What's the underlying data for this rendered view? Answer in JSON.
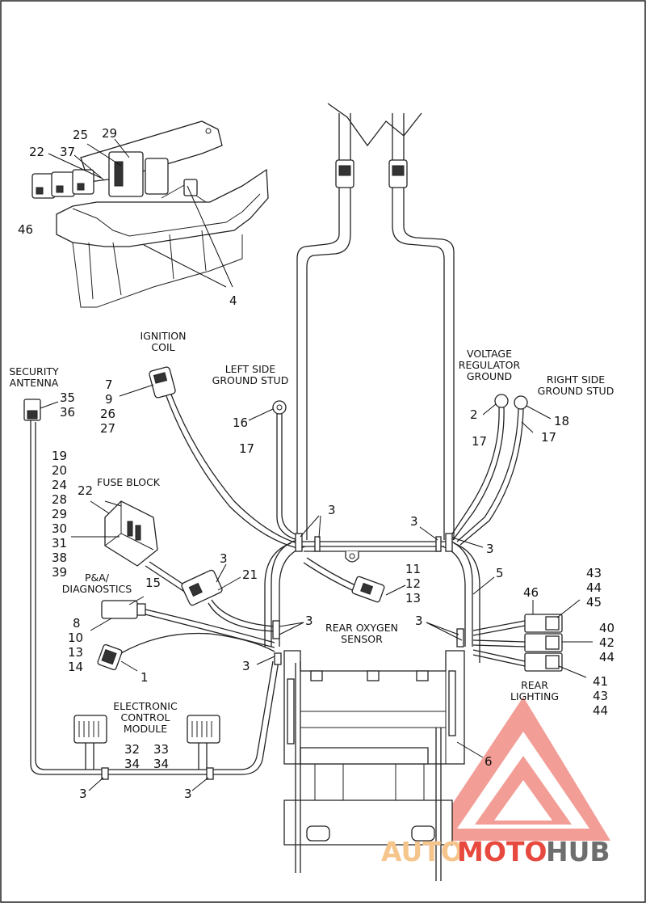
{
  "captions": {
    "security_antenna": [
      "SECURITY",
      "ANTENNA"
    ],
    "ignition_coil": [
      "IGNITION",
      "COIL"
    ],
    "left_ground_stud": [
      "LEFT SIDE",
      "GROUND STUD"
    ],
    "voltage_regulator_ground": [
      "VOLTAGE",
      "REGULATOR",
      "GROUND"
    ],
    "right_ground_stud": [
      "RIGHT SIDE",
      "GROUND STUD"
    ],
    "fuse_block": "FUSE BLOCK",
    "pa_diagnostics": [
      "P&A/",
      "DIAGNOSTICS"
    ],
    "rear_oxygen_sensor": [
      "REAR OXYGEN",
      "SENSOR"
    ],
    "rear_lighting": [
      "REAR",
      "LIGHTING"
    ],
    "ecm": [
      "ELECTRONIC",
      "CONTROL",
      "MODULE"
    ]
  },
  "callouts": {
    "n29": "29",
    "n25": "25",
    "n22a": "22",
    "n37": "37",
    "n46a": "46",
    "n4": "4",
    "ign": [
      "7",
      "9",
      "26",
      "27"
    ],
    "sec": [
      "35",
      "36"
    ],
    "fuse_list": [
      "19",
      "20",
      "24",
      "28",
      "29",
      "30",
      "31",
      "38",
      "39"
    ],
    "n22b": "22",
    "n16": "16",
    "n17a": "17",
    "n2": "2",
    "n17b": "17",
    "n18": "18",
    "n17c": "17",
    "n3a": "3",
    "n3b": "3",
    "n3c": "3",
    "n3d": "3",
    "n3e": "3",
    "n3f": "3",
    "n3g": "3",
    "n3h": "3",
    "n3i": "3",
    "n21": "21",
    "n15": "15",
    "pa": [
      "8",
      "10",
      "13",
      "14"
    ],
    "n1": "1",
    "o2": [
      "11",
      "12",
      "13"
    ],
    "n5": "5",
    "n46b": "46",
    "top_conn": [
      "43",
      "44",
      "45"
    ],
    "mid_conn": [
      "40",
      "42",
      "44"
    ],
    "bot_conn": [
      "41",
      "43",
      "44"
    ],
    "n6": "6",
    "ecm_left": [
      "32",
      "34"
    ],
    "ecm_right": [
      "33",
      "34"
    ]
  },
  "watermark": {
    "part1": "AUTO",
    "part2": "MOTO",
    "part3": "HUB",
    "color_light": "#f5c58c",
    "color_red": "#e8493f",
    "color_grey": "#6e6e6e"
  }
}
